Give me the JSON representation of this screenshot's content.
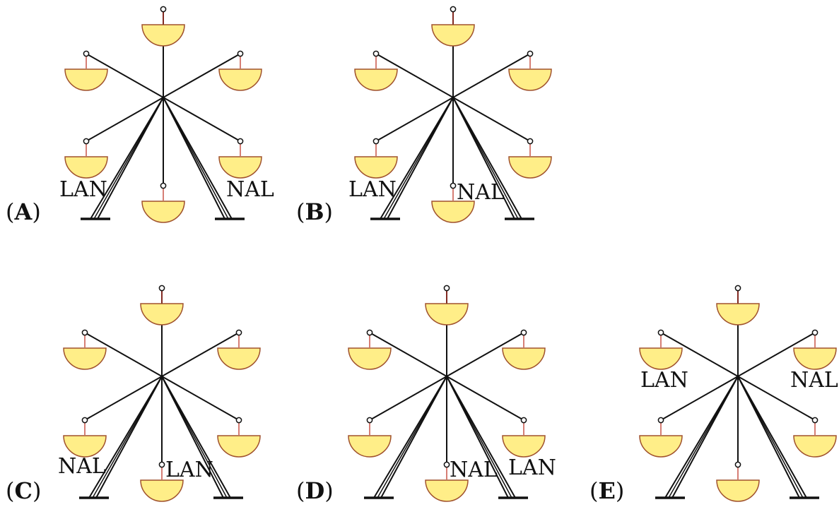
{
  "colors": {
    "ink": "#111111",
    "hanger": "#c0392b",
    "basket_fill": "#ffee88",
    "basket_stroke": "#a0522d"
  },
  "panels": [
    {
      "id": "A",
      "option_prefix": "(",
      "option_letter": "A",
      "option_suffix": ")",
      "labels": [
        {
          "text": "LAN",
          "near": "lower-left basket"
        },
        {
          "text": "NAL",
          "near": "lower-right basket"
        }
      ]
    },
    {
      "id": "B",
      "option_prefix": "(",
      "option_letter": "B",
      "option_suffix": ")",
      "labels": [
        {
          "text": "LAN",
          "near": "lower-left basket"
        },
        {
          "text": "NAL",
          "near": "bottom basket"
        }
      ]
    },
    {
      "id": "C",
      "option_prefix": "(",
      "option_letter": "C",
      "option_suffix": ")",
      "labels": [
        {
          "text": "NAL",
          "near": "lower-left basket"
        },
        {
          "text": "LAN",
          "near": "bottom basket"
        }
      ]
    },
    {
      "id": "D",
      "option_prefix": "(",
      "option_letter": "D",
      "option_suffix": ")",
      "labels": [
        {
          "text": "NAL",
          "near": "bottom basket"
        },
        {
          "text": "LAN",
          "near": "lower-right basket"
        }
      ]
    },
    {
      "id": "E",
      "option_prefix": "(",
      "option_letter": "E",
      "option_suffix": ")",
      "labels": [
        {
          "text": "LAN",
          "near": "upper-left basket"
        },
        {
          "text": "NAL",
          "near": "upper-right basket"
        }
      ]
    }
  ]
}
